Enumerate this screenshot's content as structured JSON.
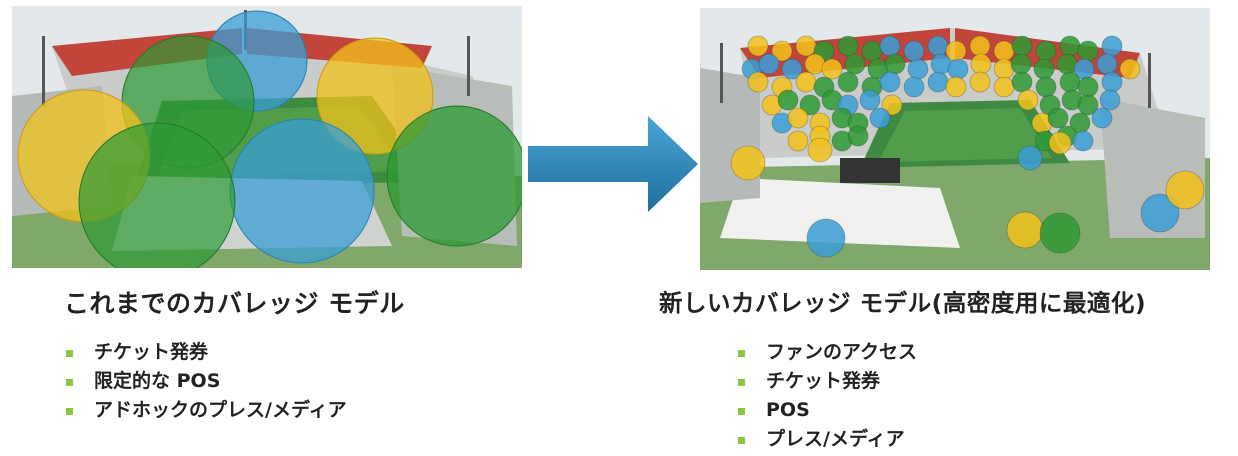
{
  "arrow_color": "#2e86b3",
  "bullet_color": "#8cc63f",
  "coverage_colors": {
    "yellow": "#f2c11a",
    "green": "#2e9a34",
    "blue": "#3a9ed6"
  },
  "left": {
    "heading": "これまでのカバレッジ モデル",
    "items": [
      {
        "label": "チケット発券"
      },
      {
        "label": "限定的な POS"
      },
      {
        "label": "アドホックのプレス/メディア"
      }
    ]
  },
  "right": {
    "heading": "新しいカバレッジ モデル(高密度用に最適化)",
    "items": [
      {
        "label": "ファンのアクセス"
      },
      {
        "label": "チケット発券"
      },
      {
        "label": "POS"
      },
      {
        "label": "プレス/メディア"
      }
    ]
  }
}
